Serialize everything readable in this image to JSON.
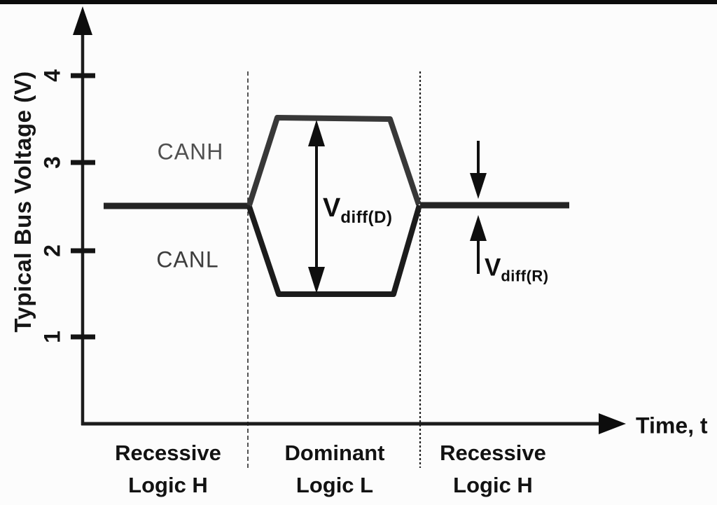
{
  "figure": {
    "y_axis": {
      "label": "Typical Bus Voltage (V)",
      "ticks": [
        "4",
        "3",
        "2",
        "1"
      ]
    },
    "x_axis": {
      "label": "Time, t"
    },
    "traces": {
      "canh_label": "CANH",
      "canl_label": "CANL"
    },
    "annotations": {
      "vdiff_d": {
        "base": "V",
        "sub": "diff(D)"
      },
      "vdiff_r": {
        "base": "V",
        "sub": "diff(R)"
      }
    },
    "regions": [
      {
        "line1": "Recessive",
        "line2": "Logic H"
      },
      {
        "line1": "Dominant",
        "line2": "Logic L"
      },
      {
        "line1": "Recessive",
        "line2": "Logic H"
      }
    ]
  },
  "chart_data": {
    "type": "line",
    "title": "CAN bus typical voltage levels vs time",
    "xlabel": "Time, t",
    "ylabel": "Typical Bus Voltage (V)",
    "ylim": [
      0,
      4.5
    ],
    "yticks": [
      1,
      2,
      3,
      4
    ],
    "states": [
      "Recessive Logic H",
      "Dominant Logic L",
      "Recessive Logic H"
    ],
    "series": [
      {
        "name": "CANH",
        "levels_v": {
          "recessive": 2.5,
          "dominant": 3.5
        }
      },
      {
        "name": "CANL",
        "levels_v": {
          "recessive": 2.5,
          "dominant": 1.5
        }
      }
    ],
    "annotations": [
      {
        "name": "Vdiff(D)",
        "between": [
          "CANH dominant",
          "CANL dominant"
        ]
      },
      {
        "name": "Vdiff(R)",
        "between": [
          "CANH recessive",
          "CANL recessive"
        ]
      }
    ]
  },
  "colors": {
    "background": "#fcfcfc",
    "axis": "#1c1c1c",
    "canh_trace": "#383838",
    "canl_trace": "#1c1c1c",
    "recessive_trace": "#242424",
    "canh_label_gray": "#505050",
    "dashed_divider": "#2a2a2a",
    "top_bar": "#0c0c0c"
  }
}
